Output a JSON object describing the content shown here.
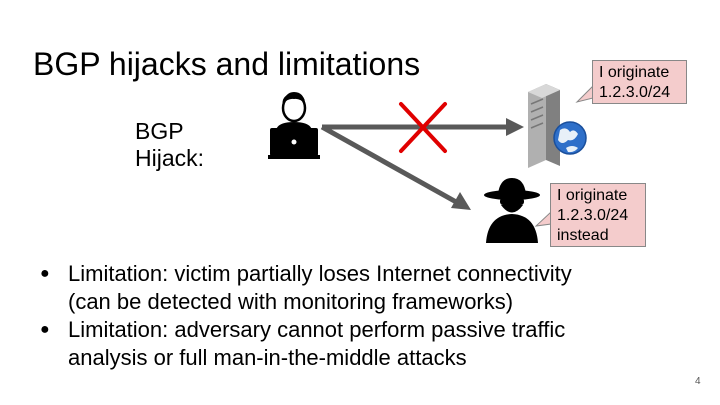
{
  "slide": {
    "title": "BGP hijacks and limitations",
    "hijack_label": [
      "BGP",
      "Hijack:"
    ],
    "callout_origin": [
      "I originate",
      "1.2.3.0/24"
    ],
    "callout_attacker": [
      "I originate",
      "1.2.3.0/24",
      "instead"
    ],
    "bullets": [
      [
        "Limitation: victim partially loses Internet connectivity",
        "(can be detected with monitoring frameworks)"
      ],
      [
        "Limitation: adversary cannot perform passive traffic",
        "analysis or full man-in-the-middle attacks"
      ]
    ],
    "page_number": "4"
  },
  "colors": {
    "callout_fill": "#f4cccc",
    "arrow": "#595959",
    "cross": "#e00000"
  },
  "icons": [
    "user-laptop-icon",
    "server-globe-icon",
    "hacker-spy-icon",
    "red-x-icon"
  ]
}
